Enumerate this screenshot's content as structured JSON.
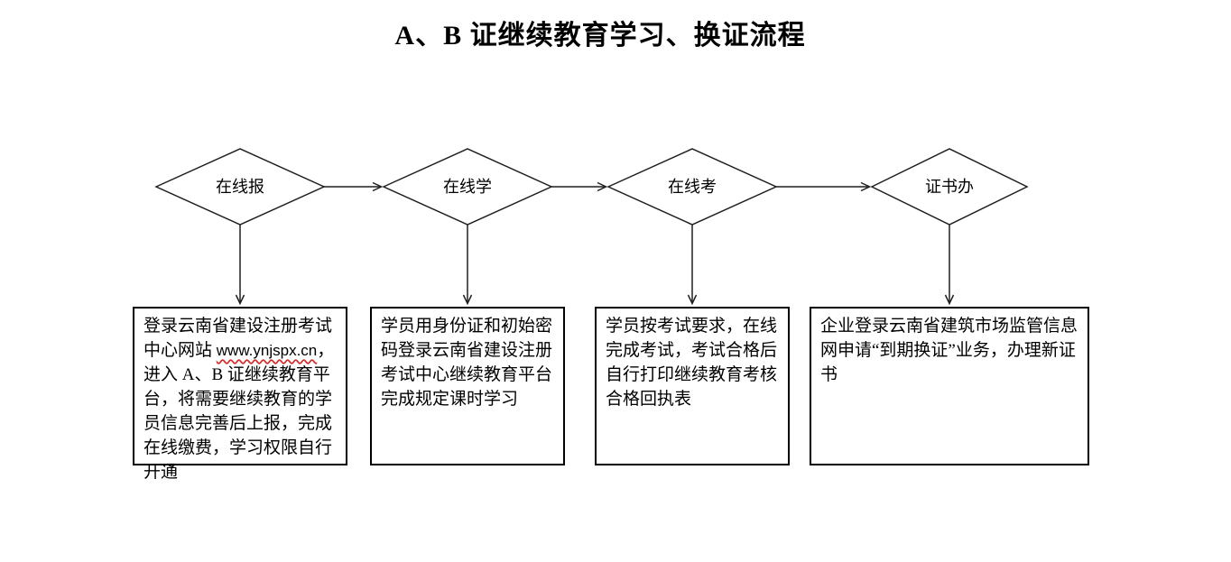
{
  "page": {
    "title": "A、B 证继续教育学习、换证流程"
  },
  "flowchart": {
    "steps": [
      {
        "label": "在线报",
        "desc_before_link": "登录云南省建设注册考试中心网站 ",
        "desc_link": "www.ynjspx.cn",
        "desc_after_link": "，进入 A、B 证继续教育平台，将需要继续教育的学员信息完善后上报，完成在线缴费，学习权限自行开通"
      },
      {
        "label": "在线学",
        "description": "学员用身份证和初始密码登录云南省建设注册考试中心继续教育平台完成规定课时学习"
      },
      {
        "label": "在线考",
        "description": "学员按考试要求，在线完成考试，考试合格后自行打印继续教育考核合格回执表"
      },
      {
        "label": "证书办",
        "description": "企业登录云南省建筑市场监管信息网申请“到期换证”业务，办理新证书"
      }
    ]
  },
  "colors": {
    "background": "#ffffff",
    "text": "#000000",
    "shape_stroke": "#1f1f1f",
    "box_border": "#000000",
    "spellcheck_underline": "#d42a2a"
  }
}
